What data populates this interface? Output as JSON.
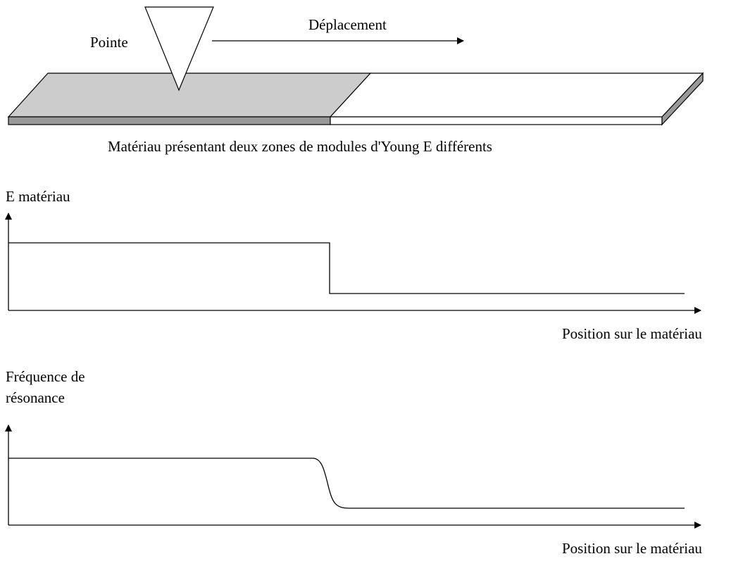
{
  "colors": {
    "stroke": "#000000",
    "shaded_zone": "#cccccc",
    "shaded_zone_side": "#999999",
    "plain_zone": "#ffffff",
    "plain_zone_side": "#999999"
  },
  "top_diagram": {
    "tip_label": "Pointe",
    "motion_label": "Déplacement",
    "caption": "Matériau présentant deux zones de modules d'Young E différents"
  },
  "plot_e": {
    "ylabel": "E matériau",
    "xlabel": "Position sur le matériau"
  },
  "plot_freq": {
    "ylabel_line1": "Fréquence de",
    "ylabel_line2": "résonance",
    "xlabel": "Position sur le matériau"
  }
}
